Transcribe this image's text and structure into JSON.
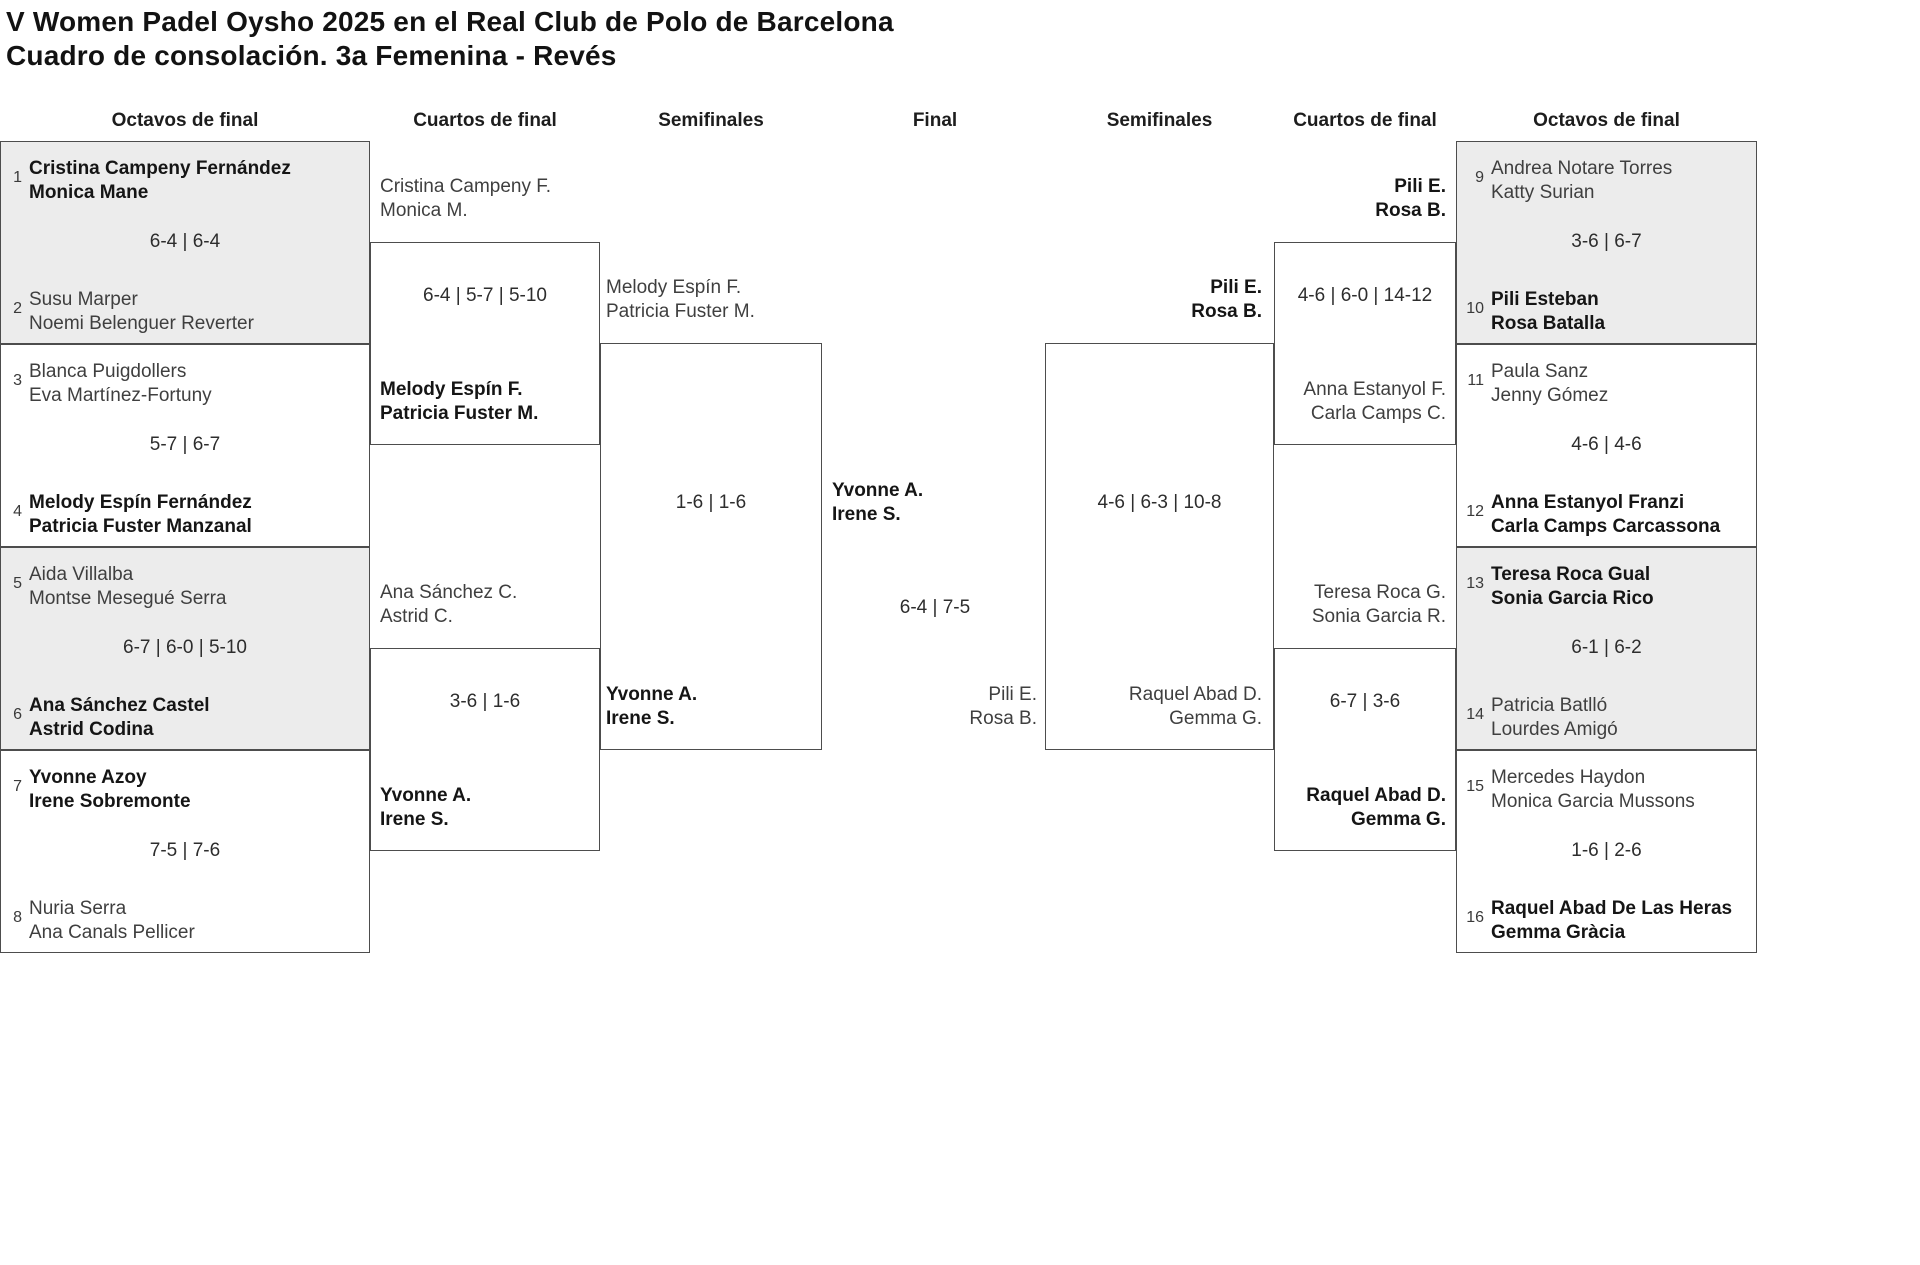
{
  "title": {
    "line1": "V Women Padel Oysho 2025 en el Real Club de Polo de Barcelona",
    "line2": "Cuadro de consolación. 3a Femenina - Revés"
  },
  "round_headers": {
    "left_octavos": "Octavos de final",
    "left_cuartos": "Cuartos de final",
    "left_semifinales": "Semifinales",
    "final": "Final",
    "right_semifinales": "Semifinales",
    "right_cuartos": "Cuartos de final",
    "right_octavos": "Octavos de final"
  },
  "colors": {
    "background": "#ffffff",
    "box_border": "#4d4d4d",
    "box_fill_shaded": "#ececec",
    "text_winner": "#151515",
    "text_regular": "#3f3f3f"
  },
  "octavos_left": {
    "matches": [
      {
        "score": "6-4 | 6-4",
        "shaded": true,
        "team1": {
          "seed": "1",
          "players": [
            "Cristina Campeny Fernández",
            "Monica Mane"
          ],
          "winner": true
        },
        "team2": {
          "seed": "2",
          "players": [
            "Susu Marper",
            "Noemi Belenguer Reverter"
          ],
          "winner": false
        }
      },
      {
        "score": "5-7 | 6-7",
        "shaded": false,
        "team1": {
          "seed": "3",
          "players": [
            "Blanca Puigdollers",
            "Eva Martínez-Fortuny"
          ],
          "winner": false
        },
        "team2": {
          "seed": "4",
          "players": [
            "Melody Espín Fernández",
            "Patricia Fuster Manzanal"
          ],
          "winner": true
        }
      },
      {
        "score": "6-7 | 6-0 | 5-10",
        "shaded": true,
        "team1": {
          "seed": "5",
          "players": [
            "Aida Villalba",
            "Montse Mesegué Serra"
          ],
          "winner": false
        },
        "team2": {
          "seed": "6",
          "players": [
            "Ana Sánchez Castel",
            "Astrid Codina"
          ],
          "winner": true
        }
      },
      {
        "score": "7-5 | 7-6",
        "shaded": false,
        "team1": {
          "seed": "7",
          "players": [
            "Yvonne Azoy",
            "Irene Sobremonte"
          ],
          "winner": true
        },
        "team2": {
          "seed": "8",
          "players": [
            "Nuria Serra",
            "Ana Canals Pellicer"
          ],
          "winner": false
        }
      }
    ]
  },
  "cuartos_left": [
    {
      "score": "6-4 | 5-7 | 5-10",
      "top": {
        "players": [
          "Cristina Campeny F.",
          "Monica M."
        ],
        "winner": false
      },
      "bottom": {
        "players": [
          "Melody Espín F.",
          "Patricia Fuster M."
        ],
        "winner": true
      }
    },
    {
      "score": "3-6 | 1-6",
      "top": {
        "players": [
          "Ana Sánchez C.",
          "Astrid C."
        ],
        "winner": false
      },
      "bottom": {
        "players": [
          "Yvonne A.",
          "Irene S."
        ],
        "winner": true
      }
    }
  ],
  "semifinal_left": {
    "score": "1-6 | 1-6",
    "top": {
      "players": [
        "Melody Espín F.",
        "Patricia Fuster M."
      ],
      "winner": false
    },
    "bottom": {
      "players": [
        "Yvonne A.",
        "Irene S."
      ],
      "winner": true
    }
  },
  "final": {
    "score": "6-4 | 7-5",
    "winner": {
      "players": [
        "Yvonne A.",
        "Irene S."
      ]
    },
    "runner_up": {
      "players": [
        "Pili E.",
        "Rosa B."
      ]
    }
  },
  "semifinal_right": {
    "score": "4-6 | 6-3 | 10-8",
    "top": {
      "players": [
        "Pili E.",
        "Rosa B."
      ],
      "winner": true
    },
    "bottom": {
      "players": [
        "Raquel Abad D.",
        "Gemma G."
      ],
      "winner": false
    }
  },
  "cuartos_right": [
    {
      "score": "4-6 | 6-0 | 14-12",
      "top": {
        "players": [
          "Pili E.",
          "Rosa B."
        ],
        "winner": true
      },
      "bottom": {
        "players": [
          "Anna Estanyol F.",
          "Carla Camps C."
        ],
        "winner": false
      }
    },
    {
      "score": "6-7 | 3-6",
      "top": {
        "players": [
          "Teresa Roca G.",
          "Sonia Garcia R."
        ],
        "winner": false
      },
      "bottom": {
        "players": [
          "Raquel Abad D.",
          "Gemma G."
        ],
        "winner": true
      }
    }
  ],
  "octavos_right": {
    "matches": [
      {
        "score": "3-6 | 6-7",
        "shaded": true,
        "team1": {
          "seed": "9",
          "players": [
            "Andrea Notare Torres",
            "Katty Surian"
          ],
          "winner": false
        },
        "team2": {
          "seed": "10",
          "players": [
            "Pili Esteban",
            "Rosa Batalla"
          ],
          "winner": true
        }
      },
      {
        "score": "4-6 | 4-6",
        "shaded": false,
        "team1": {
          "seed": "11",
          "players": [
            "Paula Sanz",
            "Jenny Gómez"
          ],
          "winner": false
        },
        "team2": {
          "seed": "12",
          "players": [
            "Anna Estanyol Franzi",
            "Carla Camps Carcassona"
          ],
          "winner": true
        }
      },
      {
        "score": "6-1 | 6-2",
        "shaded": true,
        "team1": {
          "seed": "13",
          "players": [
            "Teresa Roca Gual",
            "Sonia Garcia Rico"
          ],
          "winner": true
        },
        "team2": {
          "seed": "14",
          "players": [
            "Patricia Batlló",
            "Lourdes Amigó"
          ],
          "winner": false
        }
      },
      {
        "score": "1-6 | 2-6",
        "shaded": false,
        "team1": {
          "seed": "15",
          "players": [
            "Mercedes Haydon",
            "Monica Garcia Mussons"
          ],
          "winner": false
        },
        "team2": {
          "seed": "16",
          "players": [
            "Raquel Abad De Las Heras",
            "Gemma Gràcia"
          ],
          "winner": true
        }
      }
    ]
  }
}
